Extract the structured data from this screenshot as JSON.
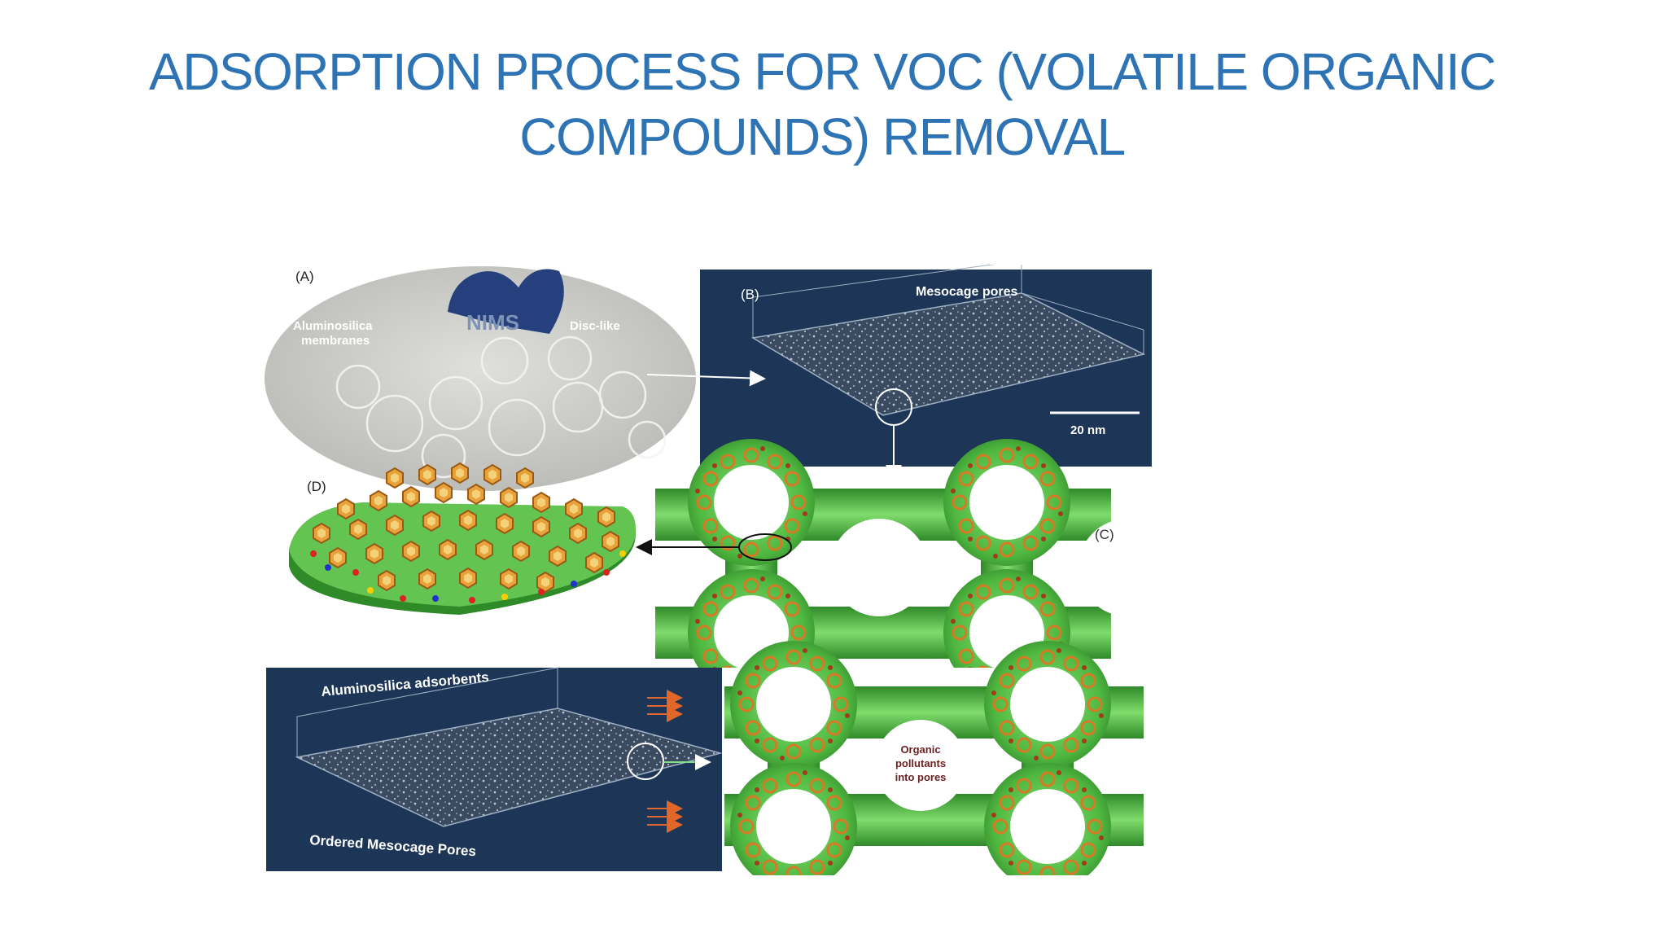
{
  "slide": {
    "title_line1": "ADSORPTION PROCESS FOR VOC (VOLATILE ORGANIC",
    "title_line2": "COMPOUNDS) REMOVAL",
    "title_color": "#2e74b5"
  },
  "figure": {
    "panel_a": {
      "label": "(A)",
      "membrane_text_line1": "Aluminosilica",
      "membrane_text_line2": "membranes",
      "logo_text": "NIMS",
      "disc_text": "Disc-like"
    },
    "panel_b": {
      "label": "(B)",
      "pores_text": "Mesocage pores",
      "scale_text": "20 nm"
    },
    "panel_c": {
      "label": "(C)"
    },
    "panel_d": {
      "label": "(D)"
    },
    "bottom_panel": {
      "adsorbents_text": "Aluminosilica adsorbents",
      "ordered_text": "Ordered Mesocage Pores",
      "organic_line1": "Organic",
      "organic_line2": "pollutants",
      "organic_line3": "into pores"
    },
    "colors": {
      "navy": "#1d3557",
      "cage_green": "#5ec44f",
      "molecule_orange": "#d77a25",
      "disc_gray": "#cfd0cc",
      "arrow_orange": "#e0662a"
    }
  }
}
